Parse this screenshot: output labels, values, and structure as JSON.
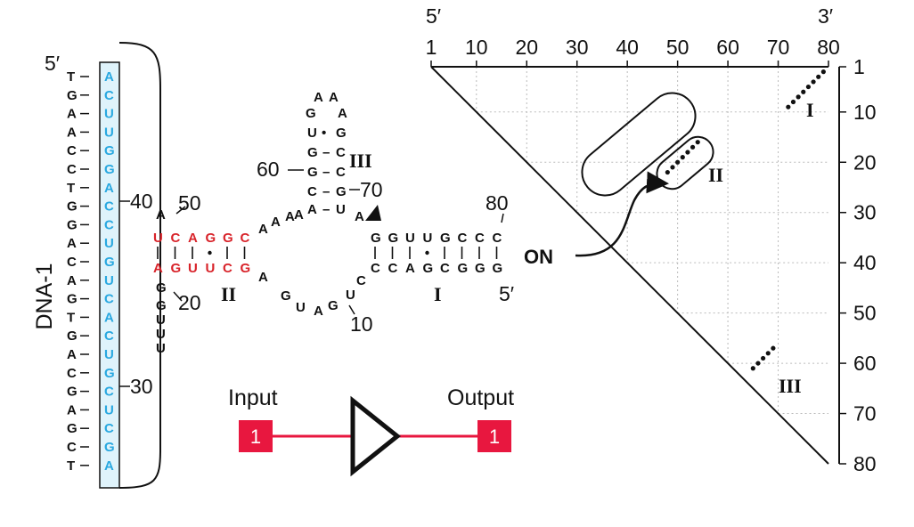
{
  "dna": {
    "label": "DNA-1",
    "five_prime": "5′",
    "bottom_strand": [
      "T",
      "G",
      "A",
      "A",
      "C",
      "C",
      "T",
      "G",
      "G",
      "A",
      "C",
      "A",
      "G",
      "T",
      "G",
      "A",
      "C",
      "G",
      "A",
      "G",
      "C",
      "T"
    ],
    "top_strand": [
      "A",
      "C",
      "U",
      "U",
      "G",
      "G",
      "A",
      "C",
      "C",
      "U",
      "G",
      "U",
      "C",
      "A",
      "C",
      "U",
      "G",
      "C",
      "U",
      "C",
      "G",
      "A"
    ],
    "label_40": "40",
    "label_30": "30"
  },
  "rna": {
    "label_50": "50",
    "label_20": "20",
    "label_60": "60",
    "label_70": "70",
    "label_80": "80",
    "label_10": "10",
    "five_prime": "5′",
    "stem_ii_label": "II",
    "stem_iii_label": "III",
    "stem_i_label": "I",
    "stem_ii_top": [
      "U",
      "C",
      "A",
      "G",
      "G",
      "C"
    ],
    "stem_ii_bottom": [
      "A",
      "G",
      "U",
      "U",
      "C",
      "G"
    ],
    "stem_i_top": [
      "G",
      "G",
      "U",
      "U",
      "G",
      "C",
      "C",
      "C"
    ],
    "stem_i_bottom": [
      "C",
      "C",
      "A",
      "G",
      "C",
      "G",
      "G",
      "G"
    ]
  },
  "circuit": {
    "input_label": "Input",
    "output_label": "Output",
    "input_value": "1",
    "output_value": "1"
  },
  "plot": {
    "five_prime": "5′",
    "three_prime": "3′",
    "top_ticks": [
      "1",
      "10",
      "20",
      "30",
      "40",
      "50",
      "60",
      "70",
      "80"
    ],
    "right_ticks": [
      "1",
      "10",
      "20",
      "30",
      "40",
      "50",
      "60",
      "70",
      "80"
    ],
    "on_label": "ON",
    "region_labels": [
      "I",
      "II",
      "III"
    ]
  },
  "colors": {
    "dna_blue": "#29a8e0",
    "rna_red": "#d8232a",
    "box_red": "#e8173f",
    "black": "#111111"
  }
}
